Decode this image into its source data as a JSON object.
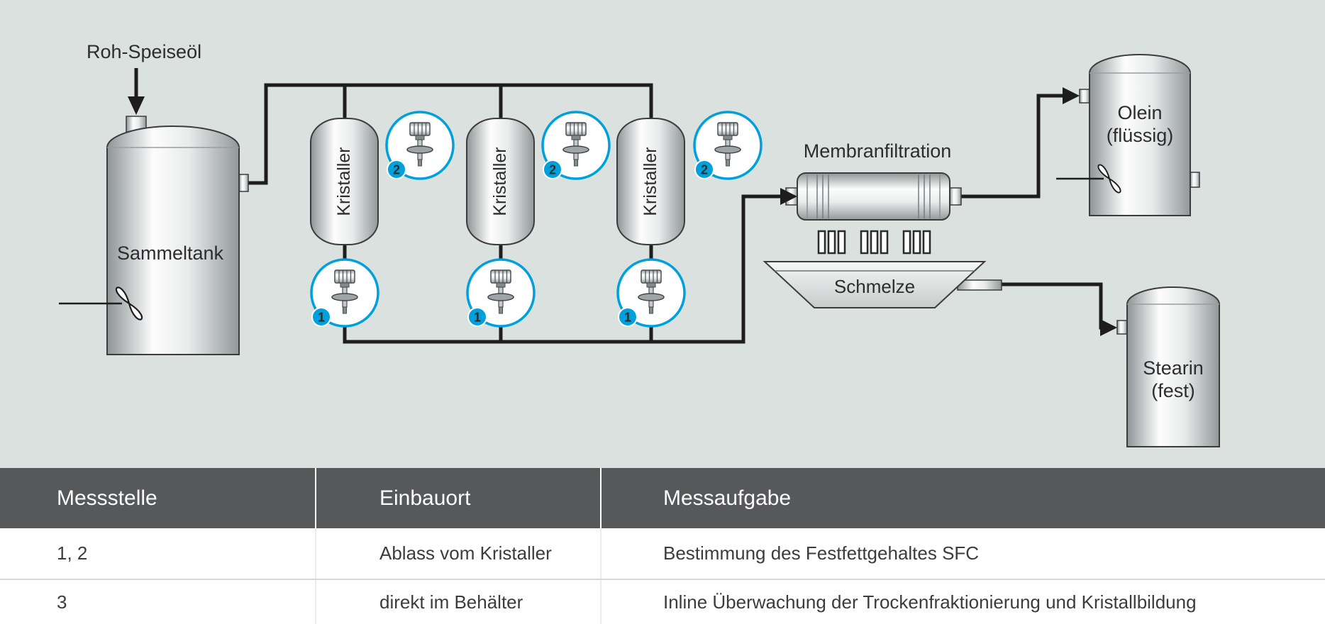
{
  "colors": {
    "diagram_bg": "#dbe1de",
    "accent_blue": "#00a0dd",
    "table_header_bg": "#57585a",
    "pipe": "#1d1d1b"
  },
  "diagram": {
    "labels": {
      "feed": "Roh-Speiseöl",
      "collect_tank": "Sammeltank",
      "crystallizer": "Kristaller",
      "membrane_filter": "Membranfiltration",
      "melt_tray": "Schmelze",
      "olein_line1": "Olein",
      "olein_line2": "(flüssig)",
      "stearin_line1": "Stearin",
      "stearin_line2": "(fest)"
    },
    "sensors": {
      "badge_1": "1",
      "badge_2": "2"
    }
  },
  "table": {
    "header": [
      "Messstelle",
      "Einbauort",
      "Messaufgabe"
    ],
    "rows": [
      [
        "1, 2",
        "Ablass vom Kristaller",
        "Bestimmung des Festfettgehaltes SFC"
      ],
      [
        "3",
        "direkt im Behälter",
        "Inline Überwachung der Trockenfraktionierung und Kristallbildung"
      ]
    ]
  }
}
